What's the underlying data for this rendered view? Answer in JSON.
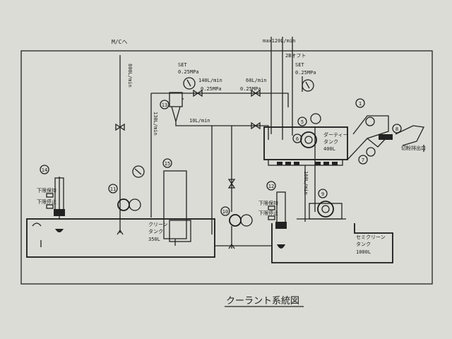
{
  "title": "クーラント系統図",
  "labels": {
    "mc": "M/Cへ",
    "flow_800": "800L/min",
    "flow_130": "130L/min",
    "max120": "max120L/min",
    "b2_out": "2Bオフト",
    "set_left": "SET",
    "set_left_p": "0.25MPa",
    "set_right": "SET",
    "set_right_p": "0.25MPa",
    "f140": "140L/min",
    "p140": "0.25MPa",
    "f60": "60L/min",
    "p60": "0.25MPa",
    "f10": "10L/min",
    "f160": "160L/min",
    "dirty_tank_1": "ダーティー",
    "dirty_tank_2": "タンク",
    "dirty_tank_3": "400L",
    "clean_tank_1": "クリーン",
    "clean_tank_2": "タンク",
    "clean_tank_3": "350L",
    "semi_tank_1": "セミクリーン",
    "semi_tank_2": "タンク",
    "semi_tank_3": "1000L",
    "chip_outlet": "切粉排出口",
    "lower_hold_left": "下限保持",
    "lower_limit_left": "下限停止",
    "lower_hold_right": "下限保持",
    "lower_limit_right": "下限停止"
  },
  "markers": [
    "1",
    "5",
    "6",
    "7",
    "8",
    "9",
    "10",
    "11",
    "12",
    "13",
    "14",
    "15"
  ]
}
